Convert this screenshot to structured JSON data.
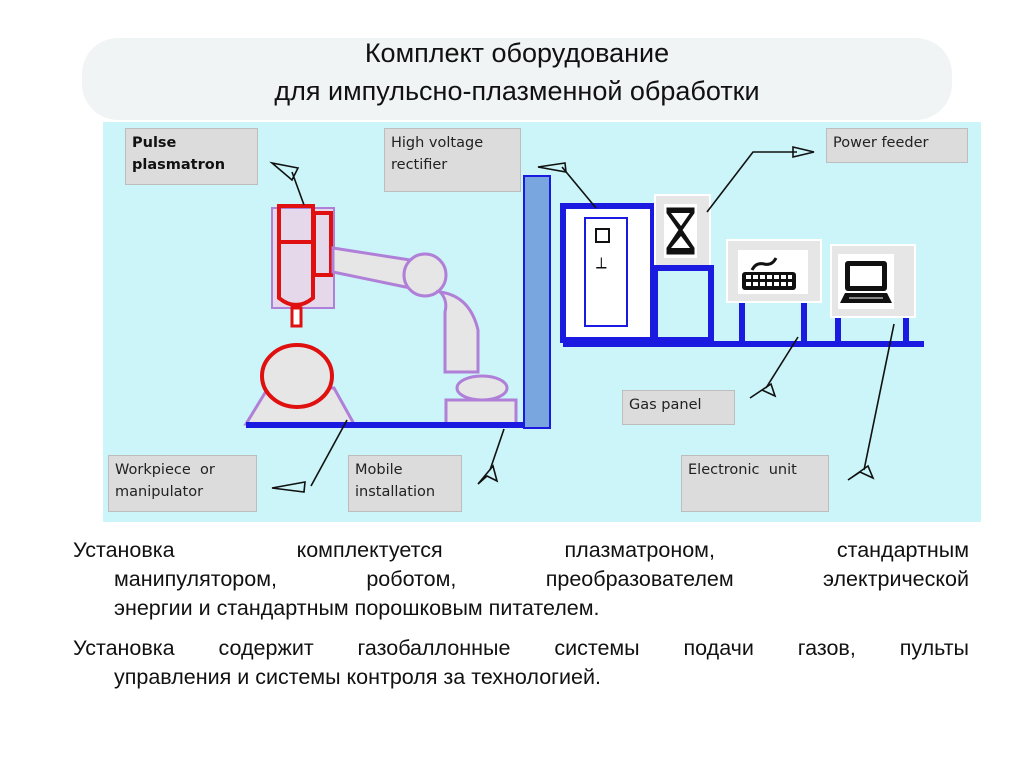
{
  "title": {
    "line1": "Комплект оборудование",
    "line2": "для импульсно-плазменной обработки"
  },
  "diagram": {
    "labels": {
      "pulse_plasmatron": "Pulse\nplasmatron",
      "high_voltage_rectifier": "High voltage\nrectifier",
      "power_feeder": "Power feeder",
      "gas_panel": "Gas panel",
      "electronic_unit": "Electronic  unit",
      "workpiece_manipulator": "Workpiece  or\nmanipulator",
      "mobile_installation": "Mobile\ninstallation"
    },
    "rectifier_symbols": {
      "symbol": "⟂"
    },
    "colors": {
      "background": "#cbf5f8",
      "frame_blue": "#1a1ae0",
      "robot_purple": "#b080d8",
      "plasmatron_red": "#e01010",
      "column_blue": "#7aa6e0"
    },
    "icons": [
      "hourglass-icon",
      "keyboard-icon",
      "monitor-icon"
    ]
  },
  "body": {
    "paragraph1": {
      "line1": "Установка          комплектуется          плазматроном,          стандартным",
      "line2": "манипулятором,  роботом,  преобразователем  электрической",
      "line3": "энергии  и стандартным порошковым питателем."
    },
    "paragraph2": {
      "line1": "Установка содержит газобаллонные системы подачи газов, пульты",
      "line2": "управления  и системы контроля за технологией."
    }
  }
}
